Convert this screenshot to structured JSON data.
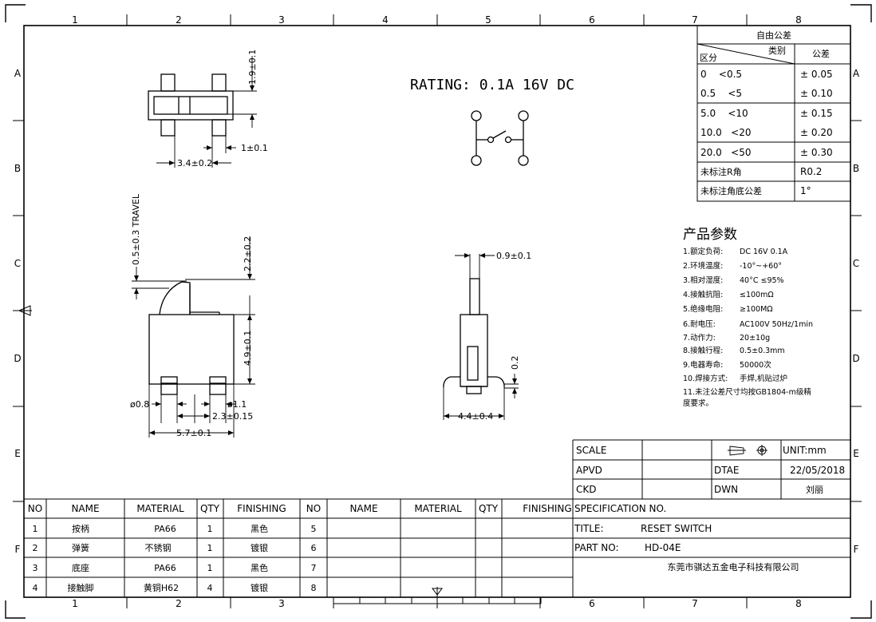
{
  "frame": {
    "col_labels": [
      "1",
      "2",
      "3",
      "4",
      "5",
      "6",
      "7",
      "8"
    ],
    "row_labels": [
      "A",
      "B",
      "C",
      "D",
      "E",
      "F"
    ]
  },
  "rating": "RATING: 0.1A 16V DC",
  "top_view": {
    "dim_height": "1.9±0.1",
    "dim_width": "3.4±0.2",
    "dim_pin": "1±0.1"
  },
  "side_view": {
    "travel": "0.5±0.3 TRAVEL",
    "dim_actuator": "2.2±0.2",
    "dim_body": "4.9±0.1",
    "dim_hole": "ø0.8",
    "dim_pin_dia": "ø1.1",
    "dim_pitch": "2.3±0.15",
    "dim_width": "5.7±0.1"
  },
  "end_view": {
    "dim_actuator": "0.9±0.1",
    "dim_lead": "0.2",
    "dim_width": "4.4±0.4"
  },
  "tolerance_table": {
    "title": "自由公差",
    "col_type": "类别",
    "col_zone": "区分",
    "col_tol": "公差",
    "rows": [
      {
        "range": "0    <0.5",
        "tol": "± 0.05"
      },
      {
        "range": "0.5    <5",
        "tol": "± 0.10"
      },
      {
        "range": "5.0    <10",
        "tol": "± 0.15"
      },
      {
        "range": "10.0   <20",
        "tol": "± 0.20"
      },
      {
        "range": "20.0   <50",
        "tol": "± 0.30"
      },
      {
        "range": "未标注R角",
        "tol": "R0.2"
      },
      {
        "range": "未标注角底公差",
        "tol": "1°"
      }
    ]
  },
  "params": {
    "title": "产品参数",
    "items": [
      {
        "label": "1.额定负荷:",
        "value": "DC 16V 0.1A"
      },
      {
        "label": "2.环境温度:",
        "value": "-10°~+60°"
      },
      {
        "label": "3.相对湿度:",
        "value": "40°C  ≤95%"
      },
      {
        "label": "4.接触抗阻:",
        "value": "≤100mΩ"
      },
      {
        "label": "5.绝缘电阻:",
        "value": "≥100MΩ"
      },
      {
        "label": "6.耐电压:",
        "value": "AC100V 50Hz/1min"
      },
      {
        "label": "7.动作力:",
        "value": "20±10g"
      },
      {
        "label": "8.接触行程:",
        "value": "0.5±0.3mm"
      },
      {
        "label": "9.电器寿命:",
        "value": "50000次"
      },
      {
        "label": "10.焊接方式:",
        "value": "手焊,机贴过炉"
      },
      {
        "label": "11.未注公差尺寸均按GB1804-m级精",
        "value": ""
      },
      {
        "label": "度要求。",
        "value": ""
      }
    ]
  },
  "title_block": {
    "scale_label": "SCALE",
    "unit": "UNIT:mm",
    "apvd_label": "APVD",
    "date_label": "DTAE",
    "date_value": "22/05/2018",
    "ckd_label": "CKD",
    "dwn_label": "DWN",
    "dwn_value": "刘丽",
    "spec_label": "SPECIFICATION NO.",
    "title_label": "TITLE:",
    "title_value": "RESET SWITCH",
    "part_label": "PART NO:",
    "part_value": "HD-04E",
    "company": "东莞市骐达五金电子科技有限公司"
  },
  "bom": {
    "headers": [
      "NO",
      "NAME",
      "MATERIAL",
      "QTY",
      "FINISHING",
      "NO",
      "NAME",
      "MATERIAL",
      "QTY",
      "FINISHING"
    ],
    "rows": [
      {
        "no": "1",
        "name": "按柄",
        "material": "PA66",
        "qty": "1",
        "finishing": "黑色",
        "no2": "5"
      },
      {
        "no": "2",
        "name": "弹簧",
        "material": "不锈钢",
        "qty": "1",
        "finishing": "镀银",
        "no2": "6"
      },
      {
        "no": "3",
        "name": "底座",
        "material": "PA66",
        "qty": "1",
        "finishing": "黑色",
        "no2": "7"
      },
      {
        "no": "4",
        "name": "接触脚",
        "material": "黄铜H62",
        "qty": "4",
        "finishing": "镀银",
        "no2": "8"
      }
    ]
  }
}
